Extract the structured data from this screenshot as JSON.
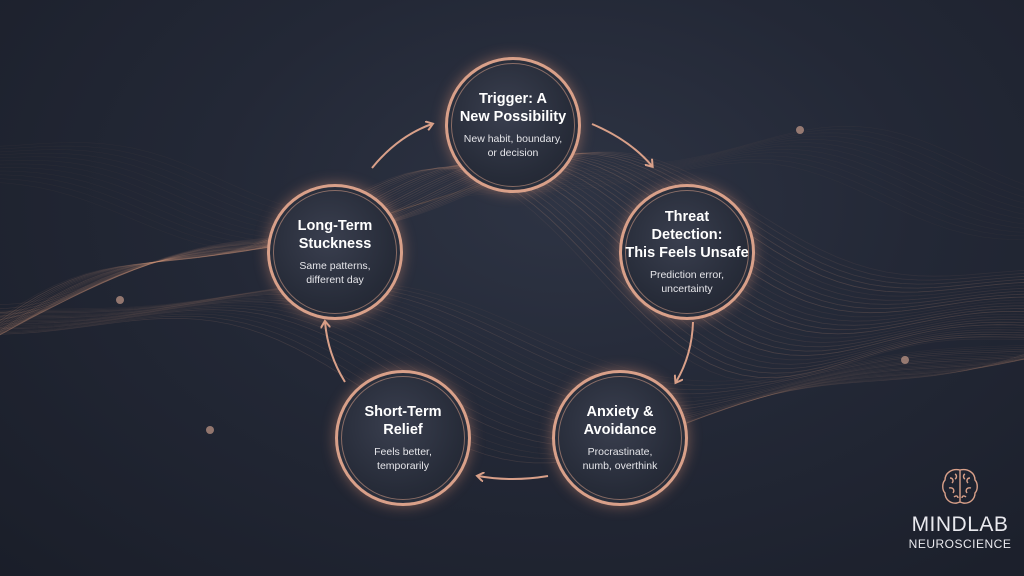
{
  "nodes": [
    {
      "title": "Trigger: A\nNew Possibility",
      "subtitle": "New habit, boundary,\nor decision"
    },
    {
      "title": "Threat\nDetection:\nThis Feels Unsafe",
      "subtitle": "Prediction error,\nuncertainty"
    },
    {
      "title": "Anxiety &\nAvoidance",
      "subtitle": "Procrastinate,\nnumb, overthink"
    },
    {
      "title": "Short-Term\nRelief",
      "subtitle": "Feels better,\ntemporarily"
    },
    {
      "title": "Long-Term\nStuckness",
      "subtitle": "Same patterns,\ndifferent day"
    }
  ],
  "logo": {
    "name": "MINDLAB",
    "subtitle": "NEUROSCIENCE",
    "icon": "brain-icon"
  },
  "colors": {
    "accent": "#d9a089",
    "background": "#232836",
    "text": "#ffffff"
  }
}
